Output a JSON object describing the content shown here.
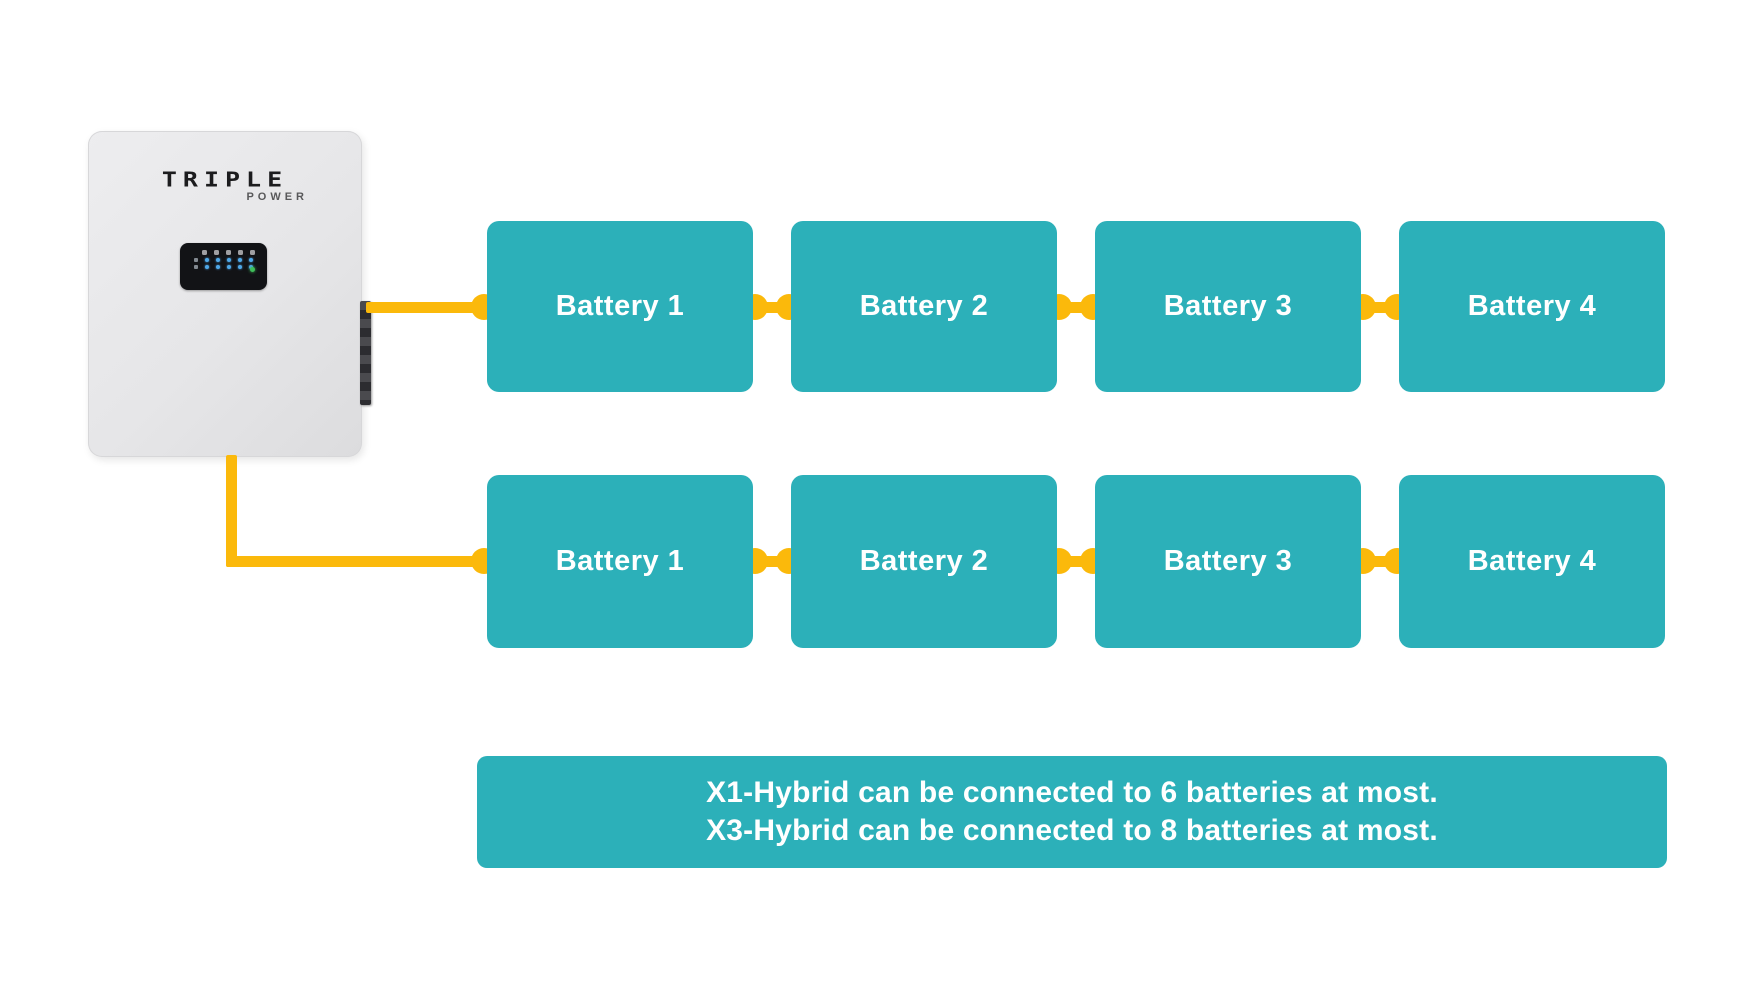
{
  "device": {
    "brand": "TRIPLE",
    "brand_sub": "POWER",
    "display": {
      "status_icons": [
        "sun-icon",
        "battery-icon",
        "charge-icon",
        "grid-icon",
        "alarm-icon"
      ],
      "led_rows": 2,
      "leds_per_row": 5,
      "power_led": "green"
    }
  },
  "rows": [
    {
      "batteries": [
        "Battery 1",
        "Battery 2",
        "Battery 3",
        "Battery 4"
      ]
    },
    {
      "batteries": [
        "Battery 1",
        "Battery 2",
        "Battery 3",
        "Battery 4"
      ]
    }
  ],
  "note": {
    "line1": "X1-Hybrid can be connected to 6 batteries at most.",
    "line2": "X3-Hybrid can be connected to 8 batteries at most."
  },
  "colors": {
    "teal": "#2CB0B9",
    "yellow": "#FBB90B",
    "device_gray": "#E6E6E8",
    "display_black": "#121316",
    "led_blue": "#4FA8E8",
    "led_green": "#3FBF5A",
    "brand_dark": "#1C1C1E",
    "brand_sub": "#58585A",
    "text_white": "#FFFFFF"
  }
}
